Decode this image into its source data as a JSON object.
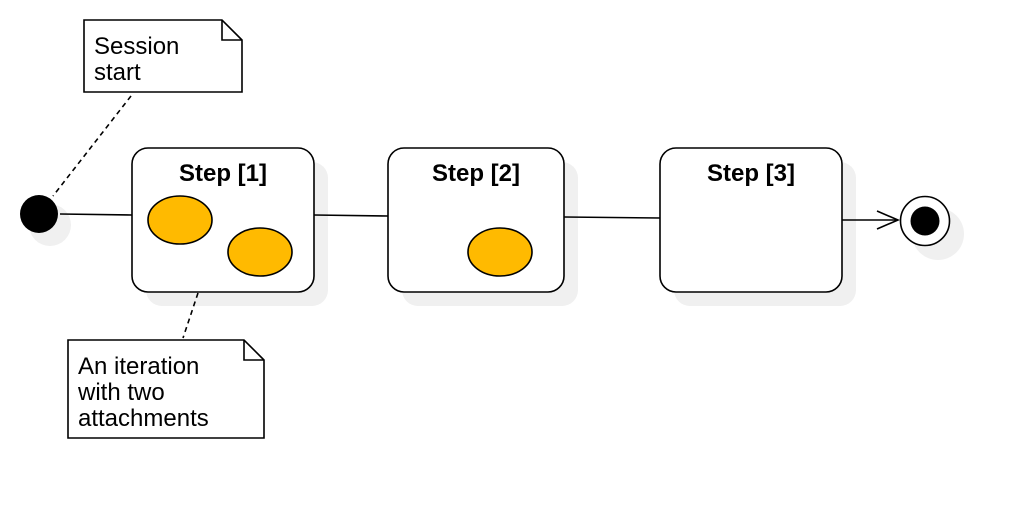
{
  "notes": {
    "session_start": {
      "lines": [
        "Session",
        "start"
      ]
    },
    "iteration": {
      "lines": [
        "An iteration",
        "with two",
        "attachments"
      ]
    }
  },
  "steps": [
    {
      "title": "Step [1]",
      "attachments": 2
    },
    {
      "title": "Step [2]",
      "attachments": 1
    },
    {
      "title": "Step [3]",
      "attachments": 0
    }
  ],
  "colors": {
    "attachment_fill": "#FFBA00",
    "stroke": "#000000",
    "shadow": "#F0F0F0",
    "background": "#FFFFFF"
  }
}
